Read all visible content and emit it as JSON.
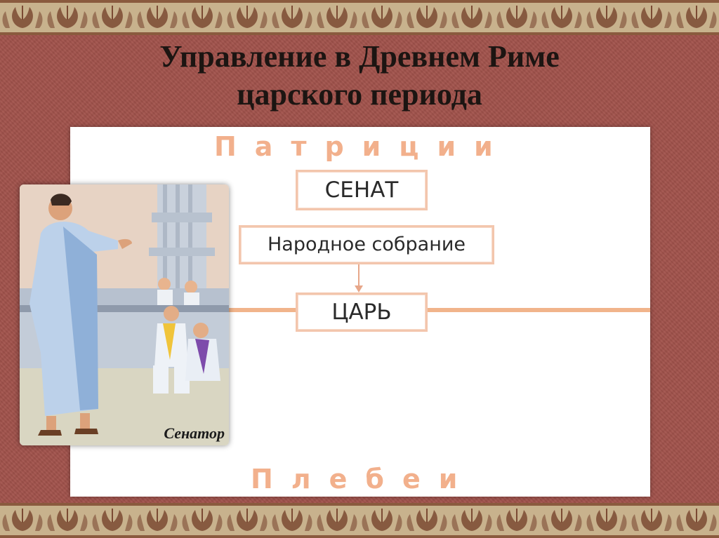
{
  "title": {
    "line1": "Управление в Древнем Риме",
    "line2": "царского периода"
  },
  "diagram": {
    "top_class": "Патриции",
    "bottom_class": "Плебеи",
    "boxes": {
      "senate": "СЕНАТ",
      "assembly": "Народное собрание",
      "king": "ЦАРЬ"
    }
  },
  "illustration": {
    "caption": "Сенатор",
    "subject": "senator-speaking-illustration"
  },
  "colors": {
    "background": "#a1524b",
    "border_band": "#c9b48f",
    "class_label": "#f2b08c",
    "box_border": "#f3c6ad",
    "connector": "#f1b48b"
  }
}
